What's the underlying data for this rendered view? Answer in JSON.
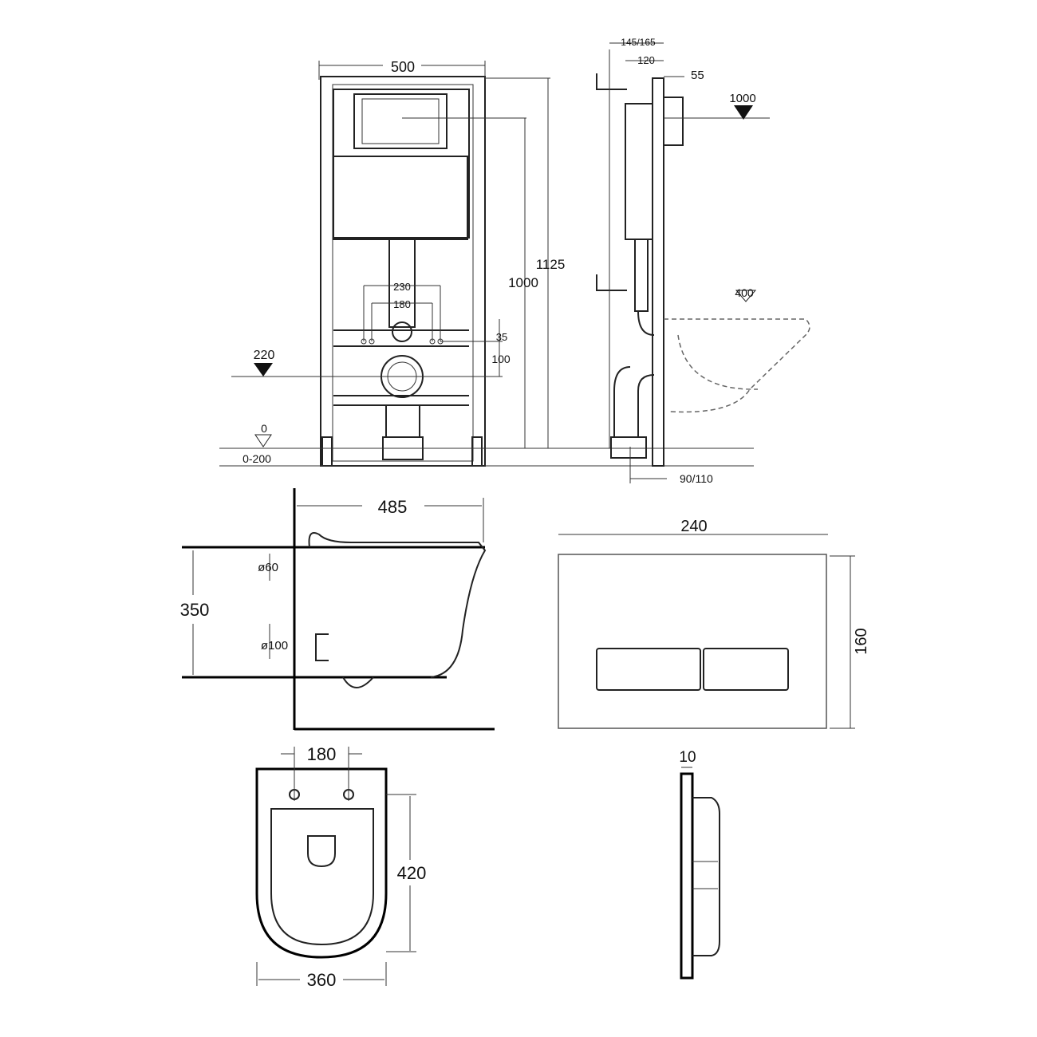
{
  "frame_front": {
    "width": "500",
    "height_total": "1125",
    "height_flush": "1000",
    "spacing_outer": "230",
    "spacing_inner": "180",
    "offset_35": "35",
    "offset_100": "100",
    "level_drain": "220",
    "level_floor": "0",
    "floor_range": "0-200"
  },
  "frame_side": {
    "depth": "145/165",
    "depth_inner": "120",
    "flange": "55",
    "level_flush": "1000",
    "level_bowl": "400",
    "foot": "90/110"
  },
  "bowl_side": {
    "length": "485",
    "height": "350",
    "inlet": "ø60",
    "outlet": "ø100"
  },
  "bowl_top": {
    "bolt_spacing": "180",
    "depth": "420",
    "width": "360"
  },
  "flush_plate": {
    "width": "240",
    "height": "160",
    "thickness": "10"
  }
}
